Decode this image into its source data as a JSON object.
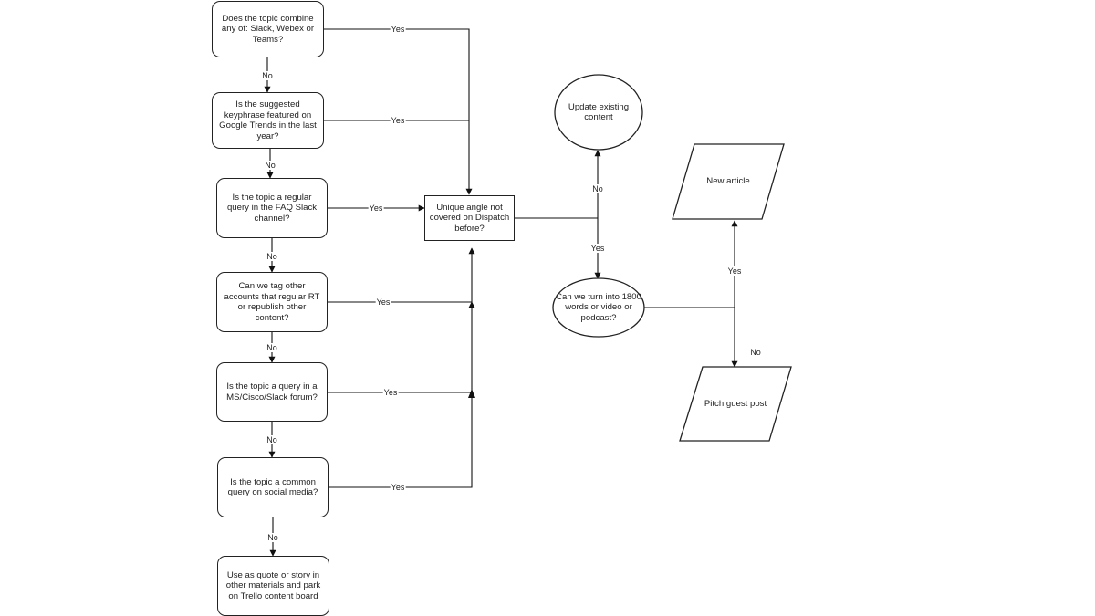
{
  "nodes": {
    "q_combine": "Does the topic combine any of: Slack, Webex or Teams?",
    "q_trends": "Is the suggested keyphrase featured on Google Trends in the last year?",
    "q_faq": "Is the topic a regular query in the FAQ Slack channel?",
    "q_tag": "Can we tag other accounts that regular RT or republish other content?",
    "q_forum": "Is the topic a query in a MS/Cisco/Slack forum?",
    "q_social": "Is the topic a common query on social media?",
    "a_park": "Use as quote or story in other materials and park on Trello content board",
    "q_unique": "Unique angle not covered on Dispatch before?",
    "a_update": "Update existing content",
    "q_turn": "Can we turn into 1800 words or video or podcast?",
    "a_new": "New article",
    "a_pitch": "Pitch guest post"
  },
  "labels": {
    "yes": "Yes",
    "no": "No"
  }
}
